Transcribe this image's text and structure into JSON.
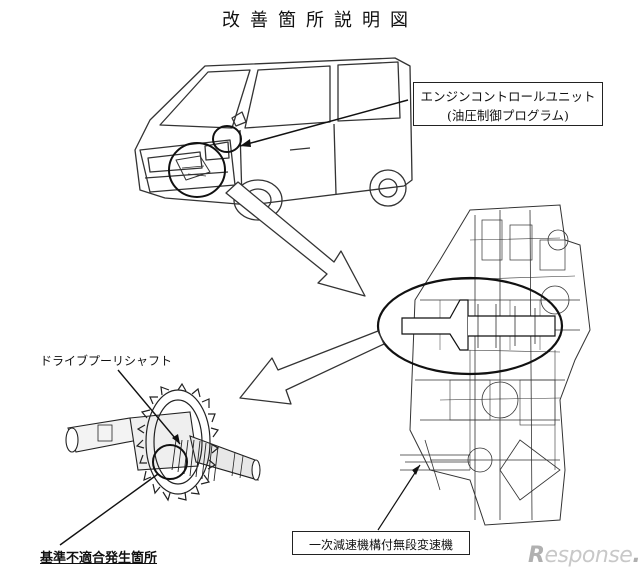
{
  "title": "改善箇所説明図",
  "labels": {
    "ecu_line1": "エンジンコントロールユニット",
    "ecu_line2": "(油圧制御プログラム)",
    "drive_pulley_shaft": "ドライブプーリシャフト",
    "defect_location": "基準不適合発生箇所",
    "transmission": "一次減速機構付無段変速機"
  },
  "watermark": "Response."
}
